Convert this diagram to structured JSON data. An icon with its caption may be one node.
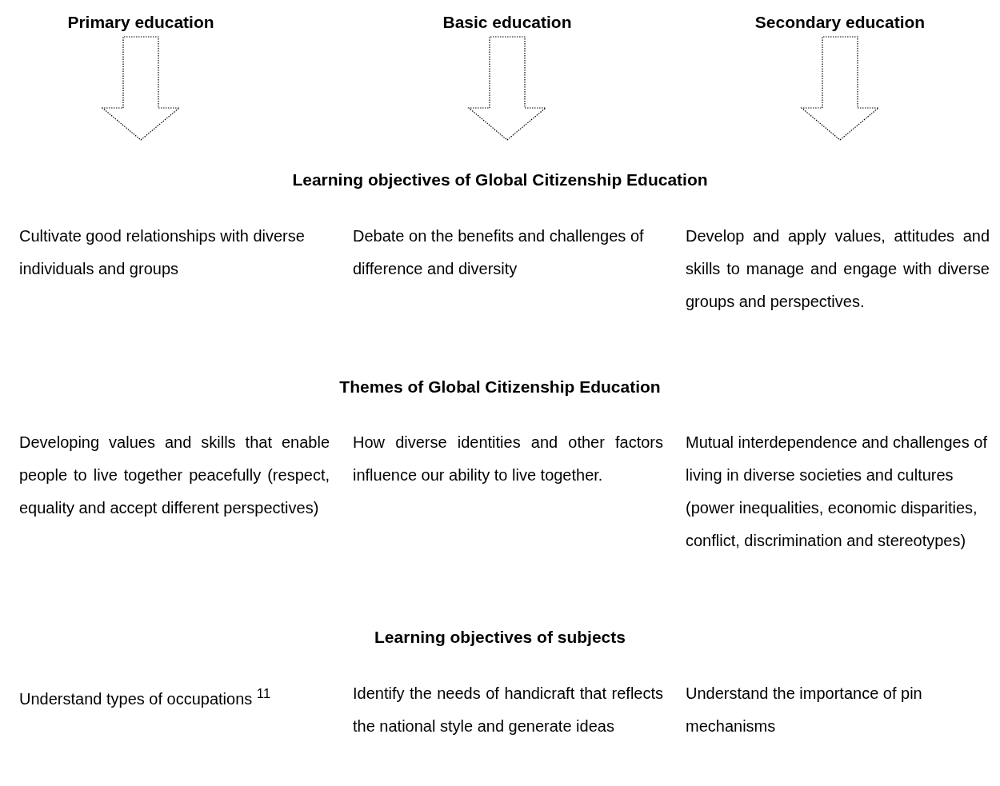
{
  "diagram": {
    "nodes": [
      {
        "text": [
          "Primary education"
        ]
      },
      {
        "text": [
          "Basic education"
        ]
      },
      {
        "text": [
          "Secondary education"
        ]
      }
    ],
    "edges": [
      {
        "from": 0,
        "to": null,
        "arrow": "to",
        "style": "dashed"
      },
      {
        "from": 1,
        "to": null,
        "arrow": "to",
        "style": "dashed"
      },
      {
        "from": 2,
        "to": null,
        "arrow": "to",
        "style": "dashed"
      }
    ],
    "labels": [
      "Learning objectives of Global Citizenship Education",
      "Cultivate good relationships with diverse individuals and groups",
      "Debate on the benefits and challenges of difference and diversity",
      "Develop and apply values, attitudes and skills to manage and engage with diverse groups and perspectives.",
      "Themes of Global Citizenship Education",
      "Developing values and skills that enable people to live together peacefully (respect, equality and accept different perspectives)",
      "How diverse identities and other factors influence our ability to live together.",
      "Mutual interdependence and challenges of living in diverse societies and cultures (power inequalities, economic disparities, conflict, discrimination and stereotypes)",
      "Learning objectives of subjects",
      "Understand types of occupations $^{11}$",
      "Identify the needs of handicraft that reflects the national style and generate ideas",
      "Understand the importance of pin mechanisms"
    ]
  }
}
